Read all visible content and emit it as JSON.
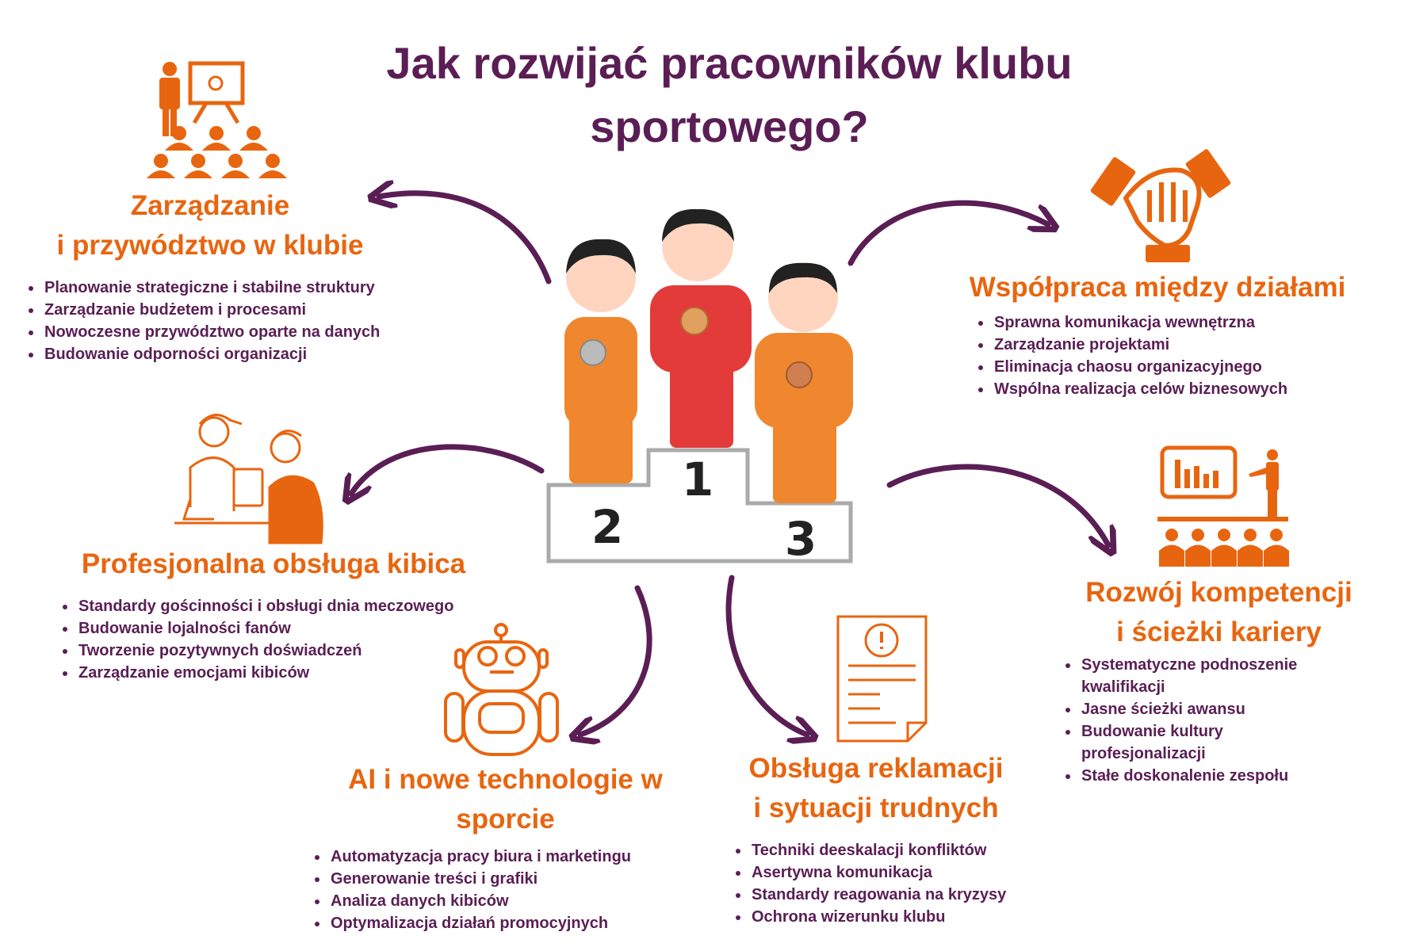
{
  "title": [
    "Jak rozwijać pracowników klubu",
    "sportowego?"
  ],
  "colors": {
    "title": "#5a1e55",
    "heading": "#e8650f",
    "arrow": "#5a1e55",
    "icon": "#e8650f"
  },
  "podium": {
    "places": [
      "1",
      "2",
      "3"
    ]
  },
  "sections": [
    {
      "icon": "presentation-audience-icon",
      "title": [
        "Zarządzanie",
        "i przywództwo w klubie"
      ],
      "items": [
        "Planowanie strategiczne i stabilne struktury",
        "Zarządzanie budżetem i procesami",
        "Nowoczesne przywództwo oparte na danych",
        "Budowanie odporności organizacji"
      ]
    },
    {
      "icon": "handshake-icon",
      "title": [
        "Współpraca między działami"
      ],
      "items": [
        "Sprawna komunikacja wewnętrzna",
        "Zarządzanie projektami",
        "Eliminacja chaosu organizacyjnego",
        "Wspólna realizacja celów biznesowych"
      ]
    },
    {
      "icon": "customer-service-icon",
      "title": [
        "Profesjonalna obsługa kibica"
      ],
      "items": [
        "Standardy gościnności i obsługi dnia meczowego",
        "Budowanie lojalności fanów",
        "Tworzenie pozytywnych doświadczeń",
        "Zarządzanie emocjami kibiców"
      ]
    },
    {
      "icon": "chart-presentation-icon",
      "title": [
        "Rozwój kompetencji",
        "i ścieżki kariery"
      ],
      "items": [
        "Systematyczne podnoszenie kwalifikacji",
        "Jasne ścieżki awansu",
        "Budowanie kultury profesjonalizacji",
        "Stałe doskonalenie zespołu"
      ]
    },
    {
      "icon": "robot-icon",
      "title": [
        "AI i nowe technologie w",
        "sporcie"
      ],
      "items": [
        "Automatyzacja pracy biura i marketingu",
        "Generowanie treści i grafiki",
        "Analiza danych kibiców",
        "Optymalizacja działań promocyjnych"
      ]
    },
    {
      "icon": "document-warning-icon",
      "title": [
        "Obsługa reklamacji",
        "i sytuacji trudnych"
      ],
      "items": [
        "Techniki deeskalacji konfliktów",
        "Asertywna komunikacja",
        "Standardy reagowania na kryzysy",
        "Ochrona wizerunku klubu"
      ]
    }
  ]
}
